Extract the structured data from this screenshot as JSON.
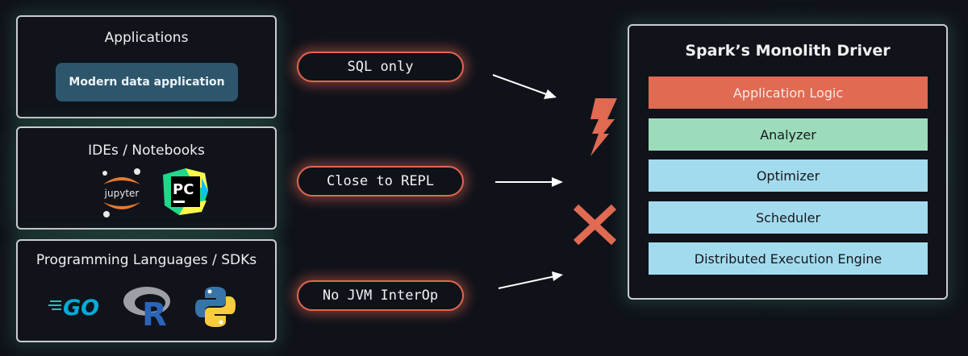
{
  "left_column": {
    "applications": {
      "title": "Applications",
      "chip_label": "Modern data application"
    },
    "ides": {
      "title": "IDEs / Notebooks",
      "icons": [
        "jupyter-logo",
        "pycharm-logo"
      ],
      "jupyter_text": "jupyter",
      "pycharm_text": "PC"
    },
    "languages": {
      "title": "Programming Languages / SDKs",
      "icons": [
        "go-logo",
        "r-logo",
        "python-logo"
      ],
      "go_text": "GO",
      "r_text": "R"
    }
  },
  "limitations": [
    {
      "label": "SQL only"
    },
    {
      "label": "Close to REPL"
    },
    {
      "label": "No JVM InterOp"
    }
  ],
  "status_icons": [
    "lightning-bolt-icon",
    "x-cross-icon"
  ],
  "driver": {
    "title": "Spark’s Monolith Driver",
    "layers": [
      {
        "label": "Application Logic",
        "bg": "#e06a52",
        "fg": "#fbe9e4"
      },
      {
        "label": "Analyzer",
        "bg": "#9ddcbb",
        "fg": "#15181c"
      },
      {
        "label": "Optimizer",
        "bg": "#a3dbee",
        "fg": "#15181c"
      },
      {
        "label": "Scheduler",
        "bg": "#a3dbee",
        "fg": "#15181c"
      },
      {
        "label": "Distributed Execution Engine",
        "bg": "#a3dbee",
        "fg": "#15181c"
      }
    ]
  },
  "colors": {
    "accent_red": "#e0674f",
    "chip_blue": "#2d566c",
    "background": "#10121a"
  }
}
